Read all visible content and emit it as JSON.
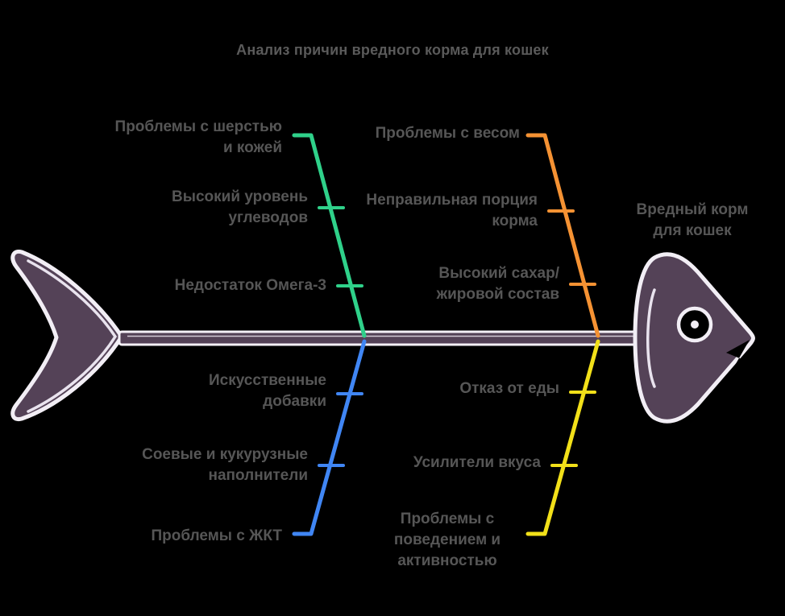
{
  "title": "Анализ причин вредного корма для кошек",
  "effect": {
    "label": "Вредный корм\nдля кошек"
  },
  "colors": {
    "background": "#000000",
    "fish_body": "#544257",
    "fish_outline": "#f2eef5",
    "spine": "#4a3c52",
    "text": "#565656",
    "title_text": "#5a5a5a",
    "branch_green": "#2fd18a",
    "branch_orange": "#f59233",
    "branch_blue": "#4086f4",
    "branch_yellow": "#f2e019"
  },
  "chart_data": {
    "type": "fishbone",
    "title": "Анализ причин вредного корма для кошек",
    "effect": "Вредный корм для кошек",
    "branches": [
      {
        "name": "branch-top-left",
        "color": "#2fd18a",
        "position": "top-left",
        "causes": [
          "Проблемы с шерстью\nи кожей",
          "Высокий уровень\nуглеводов",
          "Недостаток Омега-3"
        ]
      },
      {
        "name": "branch-top-right",
        "color": "#f59233",
        "position": "top-right",
        "causes": [
          "Проблемы с весом",
          "Неправильная порция\nкорма",
          "Высокий сахар/\nжировой состав"
        ]
      },
      {
        "name": "branch-bottom-left",
        "color": "#4086f4",
        "position": "bottom-left",
        "causes": [
          "Искусственные\nдобавки",
          "Соевые и кукурузные\nнаполнители",
          "Проблемы с ЖКТ"
        ]
      },
      {
        "name": "branch-bottom-right",
        "color": "#f2e019",
        "position": "bottom-right",
        "causes": [
          "Отказ от еды",
          "Усилители вкуса",
          "Проблемы с\nповедением и\nактивностью"
        ]
      }
    ]
  },
  "labels": {
    "tl1": "Проблемы с шерстью\nи кожей",
    "tl2": "Высокий уровень\nуглеводов",
    "tl3": "Недостаток Омега-3",
    "tr1": "Проблемы с весом",
    "tr2": "Неправильная порция\nкорма",
    "tr3": "Высокий сахар/\nжировой состав",
    "bl1": "Искусственные\nдобавки",
    "bl2": "Соевые и кукурузные\nнаполнители",
    "bl3": "Проблемы с ЖКТ",
    "br1": "Отказ от еды",
    "br2": "Усилители вкуса",
    "br3": "Проблемы с\nповедением и\nактивностью"
  }
}
